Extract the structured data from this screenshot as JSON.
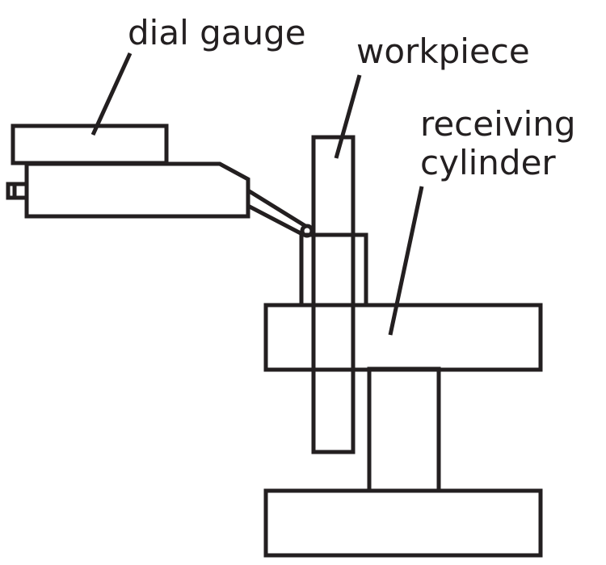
{
  "labels": {
    "dial_gauge": "dial gauge",
    "workpiece": "workpiece",
    "receiving_line1": "receiving",
    "receiving_line2": "cylinder"
  },
  "colors": {
    "stroke": "#231f20",
    "workpiece_fill": "#e9f5e4",
    "background": "#ffffff"
  }
}
